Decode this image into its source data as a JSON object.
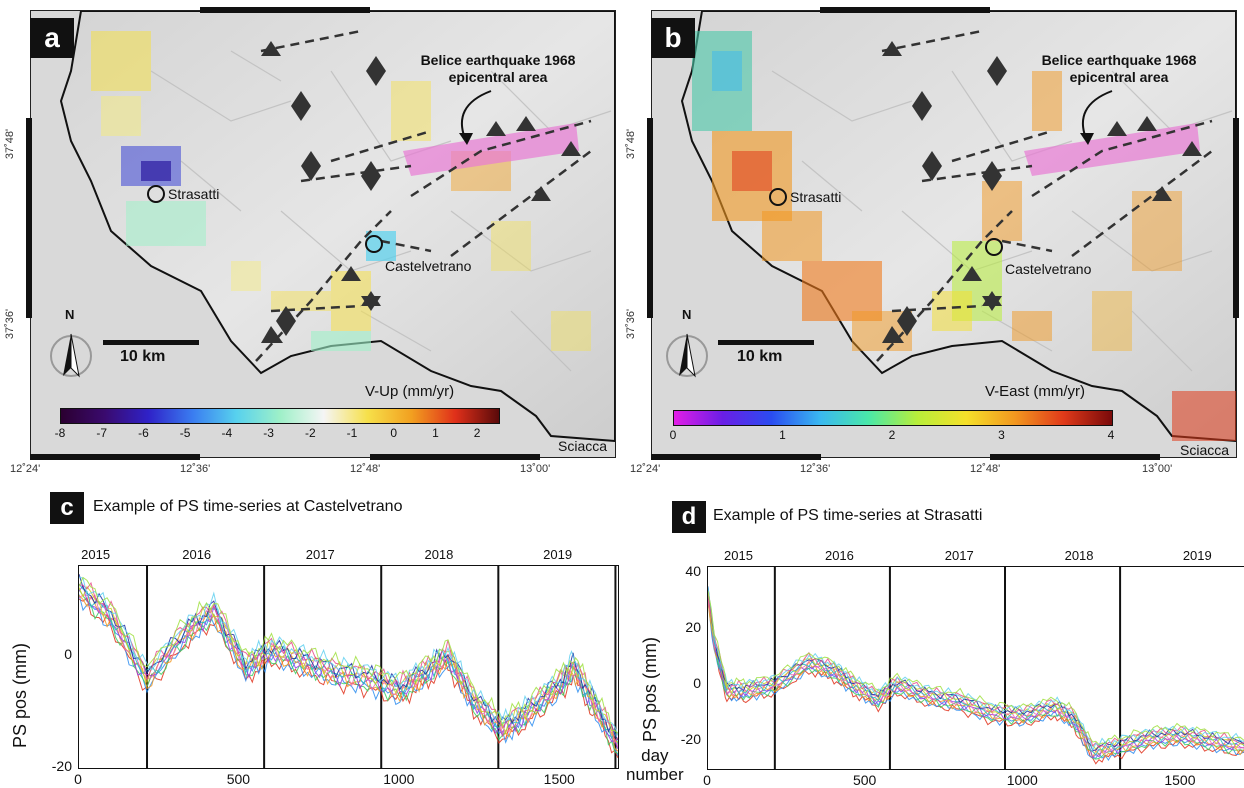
{
  "panels": {
    "a": {
      "letter": "a",
      "callout_line1": "Belice earthquake 1968",
      "callout_line2": "epicentral area",
      "place1": "Strasatti",
      "place2": "Castelvetrano",
      "place3": "Sciacca",
      "scale": "10 km",
      "north": "N",
      "colorbar_title": "V-Up (mm/yr)",
      "colorbar_ticks": [
        "-8",
        "-7",
        "-6",
        "-5",
        "-4",
        "-3",
        "-2",
        "-1",
        "0",
        "1",
        "2"
      ],
      "colorbar_colors": [
        "#2b0030",
        "#3a0a6e",
        "#2f22c8",
        "#3a7cf0",
        "#57d1ee",
        "#9ef0c8",
        "#f5f5f5",
        "#f6e04a",
        "#f2a020",
        "#e0301a",
        "#5a0a0a"
      ]
    },
    "b": {
      "letter": "b",
      "callout_line1": "Belice earthquake 1968",
      "callout_line2": "epicentral area",
      "place1": "Strasatti",
      "place2": "Castelvetrano",
      "place3": "Sciacca",
      "scale": "10 km",
      "north": "N",
      "colorbar_title": "V-East (mm/yr)",
      "colorbar_ticks": [
        "0",
        "1",
        "2",
        "3",
        "4"
      ],
      "colorbar_colors": [
        "#e21ee6",
        "#6a1ee6",
        "#2a4cf0",
        "#3ab8f0",
        "#4ae8a8",
        "#b8ee3a",
        "#f5e02a",
        "#f29820",
        "#e03a1a",
        "#7a0a0a"
      ]
    },
    "lat_labels": [
      "37˚48'",
      "37˚36'"
    ],
    "lon_labels": [
      "12˚24'",
      "12˚36'",
      "12˚48'",
      "13˚00'"
    ],
    "c": {
      "letter": "c",
      "title": "Example of PS time-series at Castelvetrano",
      "ylabel": "PS pos (mm)",
      "xlabel_line1": "day",
      "xlabel_line2": "number"
    },
    "d": {
      "letter": "d",
      "title": "Example of PS time-series at Strasatti",
      "ylabel": "PS pos (mm)"
    }
  },
  "chart_data": [
    {
      "type": "line",
      "title": "Example of PS time-series at Castelvetrano",
      "xlabel": "day number",
      "ylabel": "PS pos (mm)",
      "xlim": [
        0,
        1680
      ],
      "ylim": [
        -20,
        16
      ],
      "xticks": [
        0,
        500,
        1000,
        1500
      ],
      "yticks": [
        -20,
        0
      ],
      "year_labels": [
        "2015",
        "2016",
        "2017",
        "2018",
        "2019"
      ],
      "year_label_x": [
        55,
        370,
        755,
        1125,
        1495
      ],
      "year_boundaries": [
        212,
        577,
        942,
        1307,
        1672
      ],
      "x": [
        0,
        100,
        212,
        330,
        420,
        520,
        600,
        700,
        800,
        900,
        1000,
        1080,
        1150,
        1230,
        1320,
        1400,
        1500,
        1540,
        1600,
        1680
      ],
      "y": [
        12,
        7,
        -4,
        4,
        8,
        -2,
        1,
        -1,
        -3,
        -4,
        -6,
        -3,
        0,
        -8,
        -13,
        -10,
        -5,
        -2,
        -8,
        -16
      ]
    },
    {
      "type": "line",
      "title": "Example of PS time-series at Strasatti",
      "xlabel": "",
      "ylabel": "PS pos (mm)",
      "xlim": [
        0,
        1700
      ],
      "ylim": [
        -30,
        42
      ],
      "xticks": [
        0,
        500,
        1000,
        1500
      ],
      "yticks": [
        -20,
        0,
        20,
        40
      ],
      "year_labels": [
        "2015",
        "2016",
        "2017",
        "2018",
        "2019"
      ],
      "year_label_x": [
        100,
        420,
        800,
        1180,
        1555
      ],
      "year_boundaries": [
        212,
        577,
        942,
        1307
      ],
      "x": [
        0,
        20,
        60,
        120,
        212,
        320,
        400,
        460,
        540,
        600,
        700,
        800,
        900,
        1000,
        1100,
        1160,
        1220,
        1300,
        1400,
        1500,
        1600,
        1700
      ],
      "y": [
        32,
        15,
        -2,
        -2,
        0,
        8,
        5,
        0,
        -5,
        0,
        -4,
        -6,
        -10,
        -11,
        -8,
        -12,
        -24,
        -22,
        -19,
        -18,
        -20,
        -22
      ]
    }
  ]
}
